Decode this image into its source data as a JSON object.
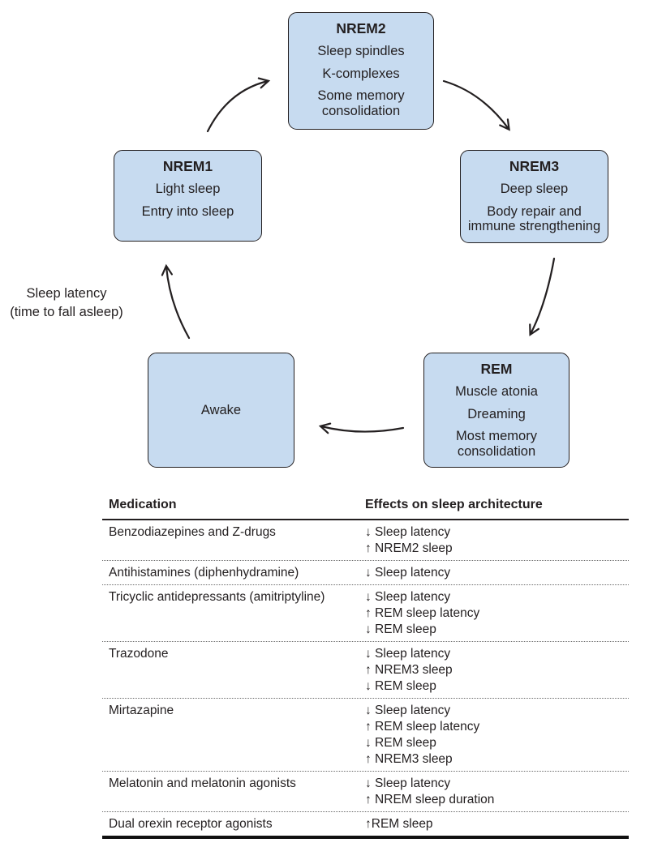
{
  "colors": {
    "node_fill": "#c7dbf0",
    "node_border": "#231f20",
    "text": "#231f20",
    "arrow": "#231f20"
  },
  "diagram": {
    "nodes": {
      "nrem2": {
        "title": "NREM2",
        "lines": [
          "Sleep spindles",
          "K-complexes",
          "Some memory consolidation"
        ]
      },
      "nrem1": {
        "title": "NREM1",
        "lines": [
          "Light sleep",
          "Entry into sleep"
        ]
      },
      "nrem3": {
        "title": "NREM3",
        "lines": [
          "Deep sleep",
          "Body repair and immune strengthening"
        ]
      },
      "rem": {
        "title": "REM",
        "lines": [
          "Muscle atonia",
          "Dreaming",
          "Most memory consolidation"
        ]
      },
      "awake": {
        "label": "Awake"
      }
    },
    "side_label": {
      "line1": "Sleep latency",
      "line2": "(time to fall asleep)"
    },
    "arrow_names": [
      "nrem1-to-nrem2",
      "nrem2-to-nrem3",
      "nrem3-to-rem",
      "rem-to-awake",
      "awake-to-nrem1"
    ]
  },
  "table": {
    "headers": {
      "medication": "Medication",
      "effects": "Effects on sleep architecture"
    },
    "rows": [
      {
        "medication": "Benzodiazepines and Z-drugs",
        "effects": [
          "↓ Sleep latency",
          "↑ NREM2 sleep"
        ]
      },
      {
        "medication": "Antihistamines (diphenhydramine)",
        "effects": [
          "↓ Sleep latency"
        ]
      },
      {
        "medication": "Tricyclic antidepressants (amitriptyline)",
        "effects": [
          "↓ Sleep latency",
          "↑ REM sleep latency",
          "↓ REM sleep"
        ]
      },
      {
        "medication": "Trazodone",
        "effects": [
          "↓ Sleep latency",
          "↑ NREM3 sleep",
          "↓ REM sleep"
        ]
      },
      {
        "medication": "Mirtazapine",
        "effects": [
          "↓ Sleep latency",
          "↑ REM sleep latency",
          "↓ REM sleep",
          "↑ NREM3 sleep"
        ]
      },
      {
        "medication": "Melatonin and melatonin agonists",
        "effects": [
          "↓ Sleep latency",
          "↑ NREM sleep duration"
        ]
      },
      {
        "medication": "Dual orexin receptor agonists",
        "effects": [
          "↑REM sleep"
        ]
      }
    ]
  }
}
